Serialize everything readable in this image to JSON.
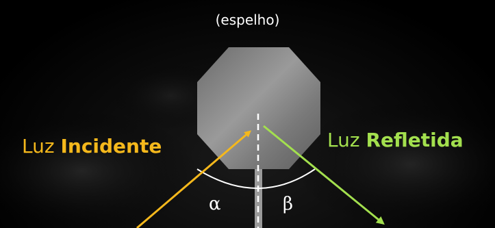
{
  "mirror": {
    "caption": "(espelho)"
  },
  "incident": {
    "word1": "Luz",
    "word2": "Incidente"
  },
  "reflected": {
    "word1": "Luz",
    "word2": "Refletida"
  },
  "angles": {
    "incidence": "α",
    "reflection": "β"
  },
  "colors": {
    "incident": "#f5b81c",
    "reflected": "#a3e04e",
    "text": "#ffffff",
    "mirror": "#8a8a8a"
  }
}
